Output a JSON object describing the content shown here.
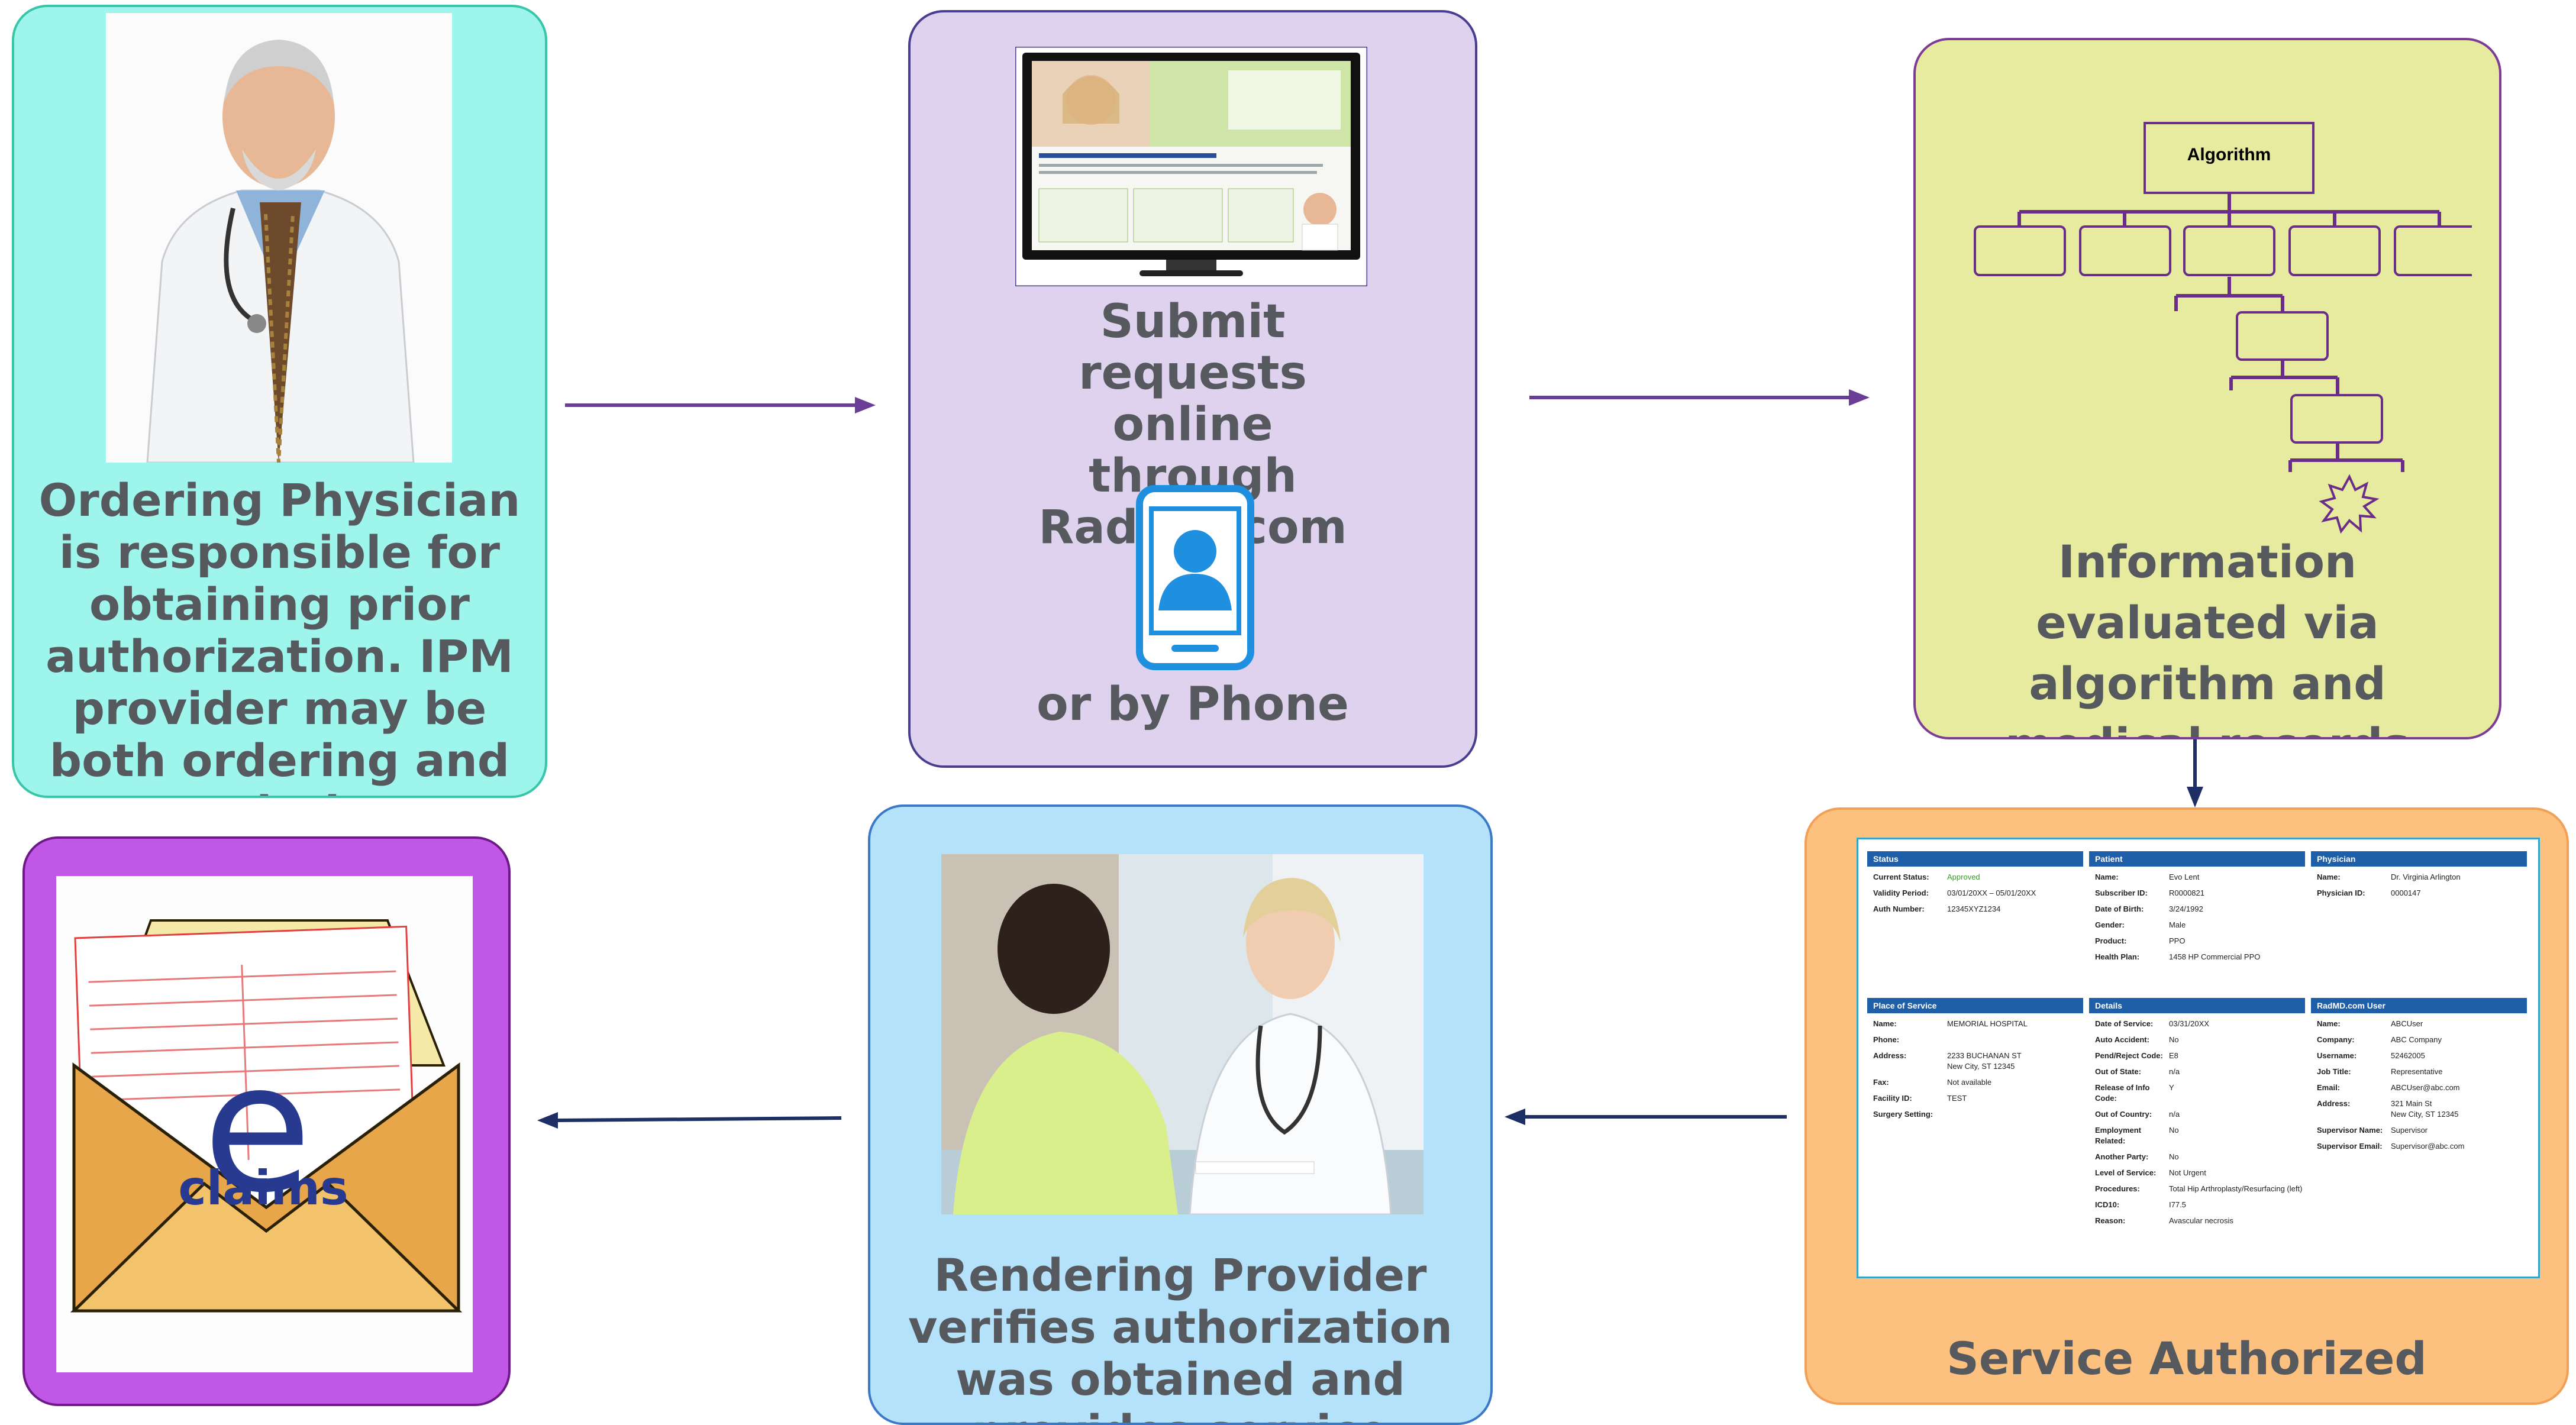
{
  "steps": {
    "ordering": {
      "caption": "Ordering Physician is responsible for obtaining prior authorization. IPM provider may be both ordering and rendering"
    },
    "submit": {
      "caption": "Submit requests online through RadMD.com",
      "phone_caption": "or by Phone"
    },
    "evaluate": {
      "caption": "Information evaluated via algorithm and medical records",
      "algorithm_label": "Algorithm"
    },
    "authorized": {
      "caption": "Service Authorized"
    },
    "rendering": {
      "caption": "Rendering Provider verifies authorization was obtained and provides service"
    },
    "claims": {
      "letter": "e",
      "label": "claims"
    }
  },
  "authorization": {
    "status": {
      "title": "Status",
      "rows": [
        {
          "k": "Current Status:",
          "v": "Approved"
        },
        {
          "k": "Validity Period:",
          "v": "03/01/20XX – 05/01/20XX"
        },
        {
          "k": "Auth Number:",
          "v": "12345XYZ1234"
        }
      ]
    },
    "patient": {
      "title": "Patient",
      "rows": [
        {
          "k": "Name:",
          "v": "Evo Lent"
        },
        {
          "k": "Subscriber ID:",
          "v": "R0000821"
        },
        {
          "k": "Date of Birth:",
          "v": "3/24/1992"
        },
        {
          "k": "Gender:",
          "v": "Male"
        },
        {
          "k": "Product:",
          "v": "PPO"
        },
        {
          "k": "Health Plan:",
          "v": "1458 HP      Commercial PPO"
        }
      ]
    },
    "physician": {
      "title": "Physician",
      "rows": [
        {
          "k": "Name:",
          "v": "Dr. Virginia Arlington"
        },
        {
          "k": "Physician ID:",
          "v": "0000147"
        }
      ]
    },
    "place": {
      "title": "Place of Service",
      "rows": [
        {
          "k": "Name:",
          "v": "MEMORIAL HOSPITAL"
        },
        {
          "k": "Phone:",
          "v": ""
        },
        {
          "k": "Address:",
          "v": "2233 BUCHANAN ST\nNew City, ST 12345"
        },
        {
          "k": "Fax:",
          "v": "Not available"
        },
        {
          "k": "Facility ID:",
          "v": "TEST"
        },
        {
          "k": "Surgery Setting:",
          "v": ""
        }
      ]
    },
    "details": {
      "title": "Details",
      "rows": [
        {
          "k": "Date of Service:",
          "v": "03/31/20XX"
        },
        {
          "k": "Auto Accident:",
          "v": "No"
        },
        {
          "k": "Pend/Reject Code:",
          "v": "E8"
        },
        {
          "k": "Out of State:",
          "v": "n/a"
        },
        {
          "k": "Release of Info Code:",
          "v": "Y"
        },
        {
          "k": "Out of Country:",
          "v": "n/a"
        },
        {
          "k": "Employment Related:",
          "v": "No"
        },
        {
          "k": "Another Party:",
          "v": "No"
        },
        {
          "k": "Level of Service:",
          "v": "Not Urgent"
        },
        {
          "k": "Procedures:",
          "v": "Total Hip Arthroplasty/Resurfacing (left)"
        },
        {
          "k": "ICD10:",
          "v": "I77.5"
        },
        {
          "k": "Reason:",
          "v": "Avascular necrosis"
        }
      ]
    },
    "user": {
      "title": "RadMD.com User",
      "rows": [
        {
          "k": "Name:",
          "v": "ABCUser"
        },
        {
          "k": "Company:",
          "v": "ABC Company"
        },
        {
          "k": "Username:",
          "v": "52462005"
        },
        {
          "k": "Job Title:",
          "v": "Representative"
        },
        {
          "k": "Email:",
          "v": "ABCUser@abc.com"
        },
        {
          "k": "Address:",
          "v": "321 Main St\nNew City, ST 12345"
        },
        {
          "k": "Supervisor Name:",
          "v": "Supervisor"
        },
        {
          "k": "Supervisor Email:",
          "v": "Supervisor@abc.com"
        }
      ]
    }
  }
}
